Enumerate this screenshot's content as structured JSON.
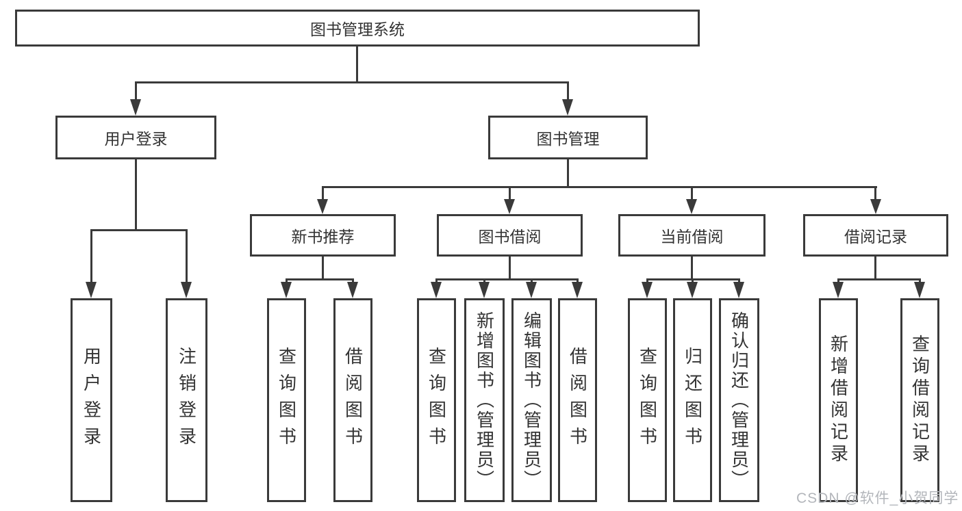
{
  "colors": {
    "bg": "#ffffff",
    "line": "#3a3a3a",
    "text": "#333333",
    "watermark": "#b3b6bb"
  },
  "watermark": {
    "text": "CSDN @软件_小贺同学"
  },
  "tree": {
    "label": "图书管理系统",
    "children": [
      {
        "label": "用户登录",
        "children": [
          {
            "label": "用户登录"
          },
          {
            "label": "注销登录"
          }
        ]
      },
      {
        "label": "图书管理",
        "children": [
          {
            "label": "新书推荐",
            "children": [
              {
                "label": "查询图书"
              },
              {
                "label": "借阅图书"
              }
            ]
          },
          {
            "label": "图书借阅",
            "children": [
              {
                "label": "查询图书"
              },
              {
                "label": "新增图书（管理员）"
              },
              {
                "label": "编辑图书（管理员）"
              },
              {
                "label": "借阅图书"
              }
            ]
          },
          {
            "label": "当前借阅",
            "children": [
              {
                "label": "查询图书"
              },
              {
                "label": "归还图书"
              },
              {
                "label": "确认归还（管理员）"
              }
            ]
          },
          {
            "label": "借阅记录",
            "children": [
              {
                "label": "新增借阅记录"
              },
              {
                "label": "查询借阅记录"
              }
            ]
          }
        ]
      }
    ]
  }
}
